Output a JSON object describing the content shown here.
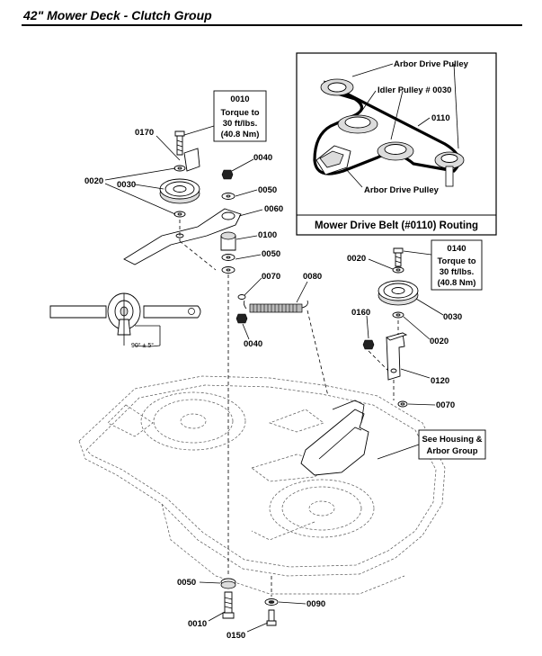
{
  "page": {
    "title": "42\" Mower Deck - Clutch Group"
  },
  "inset": {
    "caption": "Mower Drive Belt (#0110) Routing",
    "labels": {
      "arbor_drive_pulley_top": "Arbor Drive Pulley",
      "idler_pulley": "Idler Pulley # 0030",
      "belt_number": "0110",
      "arbor_drive_pulley_bottom": "Arbor Drive Pulley"
    }
  },
  "notes": {
    "left_torque": {
      "part": "0010",
      "line1": "Torque to",
      "line2": "30 ft/lbs.",
      "line3": "(40.8 Nm)"
    },
    "right_torque": {
      "part": "0140",
      "line1": "Torque to",
      "line2": "30 ft/lbs.",
      "line3": "(40.8 Nm)"
    },
    "see_housing": {
      "line1": "See Housing &",
      "line2": "Arbor Group"
    }
  },
  "angle_label": "90° ± 5°",
  "callouts": {
    "c0170": "0170",
    "c0020_left": "0020",
    "c0030_left": "0030",
    "c0040_top": "0040",
    "c0050_a": "0050",
    "c0060": "0060",
    "c0100": "0100",
    "c0050_b": "0050",
    "c0070_spring": "0070",
    "c0080": "0080",
    "c0040_spring": "0040",
    "c0020_right": "0020",
    "c0160": "0160",
    "c0030_right": "0030",
    "c0020_right_b": "0020",
    "c0120": "0120",
    "c0070_right": "0070",
    "c0050_bottom": "0050",
    "c0010_bottom": "0010",
    "c0090": "0090",
    "c0150": "0150"
  }
}
